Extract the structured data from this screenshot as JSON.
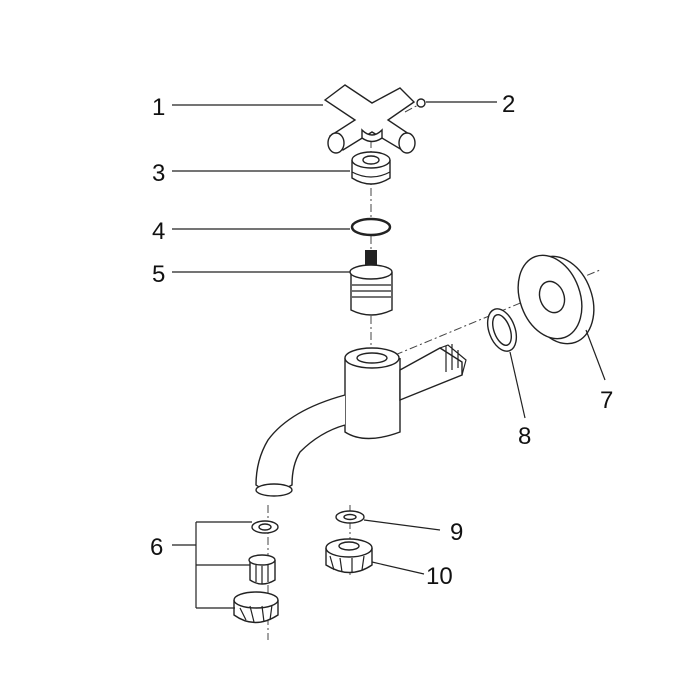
{
  "diagram": {
    "title": "Exploded view of wall-mounted tap",
    "callouts": [
      {
        "id": "1",
        "label": "1"
      },
      {
        "id": "2",
        "label": "2"
      },
      {
        "id": "3",
        "label": "3"
      },
      {
        "id": "4",
        "label": "4"
      },
      {
        "id": "5",
        "label": "5"
      },
      {
        "id": "6",
        "label": "6"
      },
      {
        "id": "7",
        "label": "7"
      },
      {
        "id": "8",
        "label": "8"
      },
      {
        "id": "9",
        "label": "9"
      },
      {
        "id": "10",
        "label": "10"
      }
    ]
  }
}
